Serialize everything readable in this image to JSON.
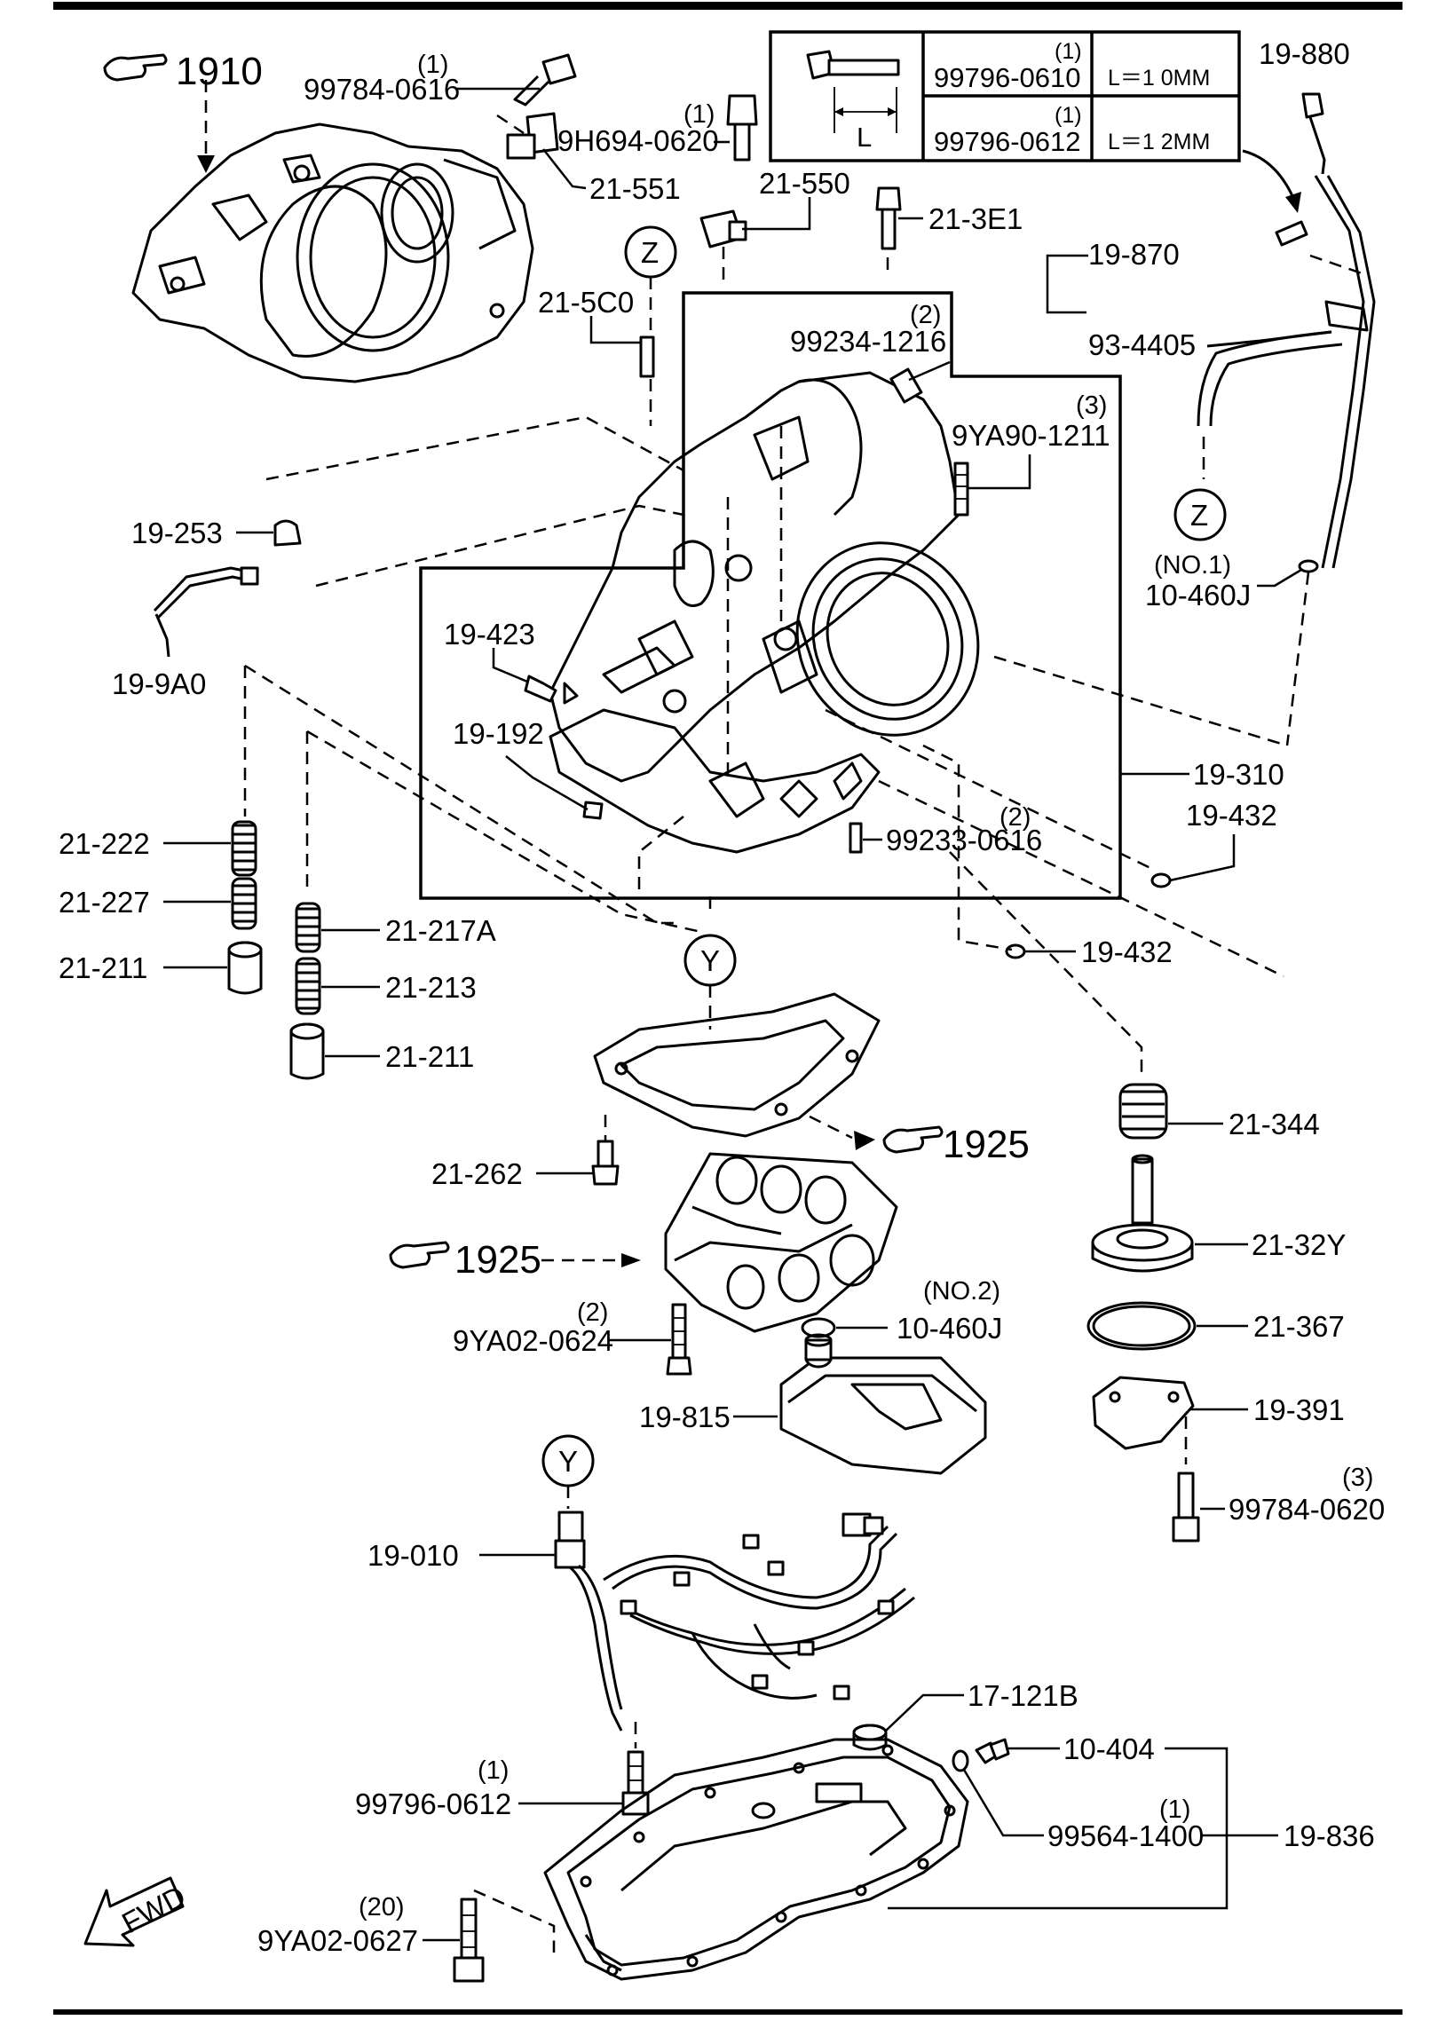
{
  "table": {
    "rows": [
      {
        "qty": "(1)",
        "part": "99796-0610",
        "length": "L＝1 0MM"
      },
      {
        "qty": "(1)",
        "part": "99796-0612",
        "length": "L＝1 2MM"
      }
    ],
    "dim_letter": "L"
  },
  "refs": {
    "r1910": "1910",
    "r1925a": "1925",
    "r1925b": "1925"
  },
  "circles": {
    "z1": "Z",
    "z2": "Z",
    "y1": "Y",
    "y2": "Y"
  },
  "fwd": "FWD",
  "labels": {
    "p99784_0616": "99784-0616",
    "q99784_0616": "(1)",
    "p9h694_0620": "9H694-0620",
    "q9h694_0620": "(1)",
    "p21_551": "21-551",
    "p21_550": "21-550",
    "p21_3e1": "21-3E1",
    "p21_5c0": "21-5C0",
    "p99234_1216": "99234-1216",
    "q99234_1216": "(2)",
    "p9ya90_1211": "9YA90-1211",
    "q9ya90_1211": "(3)",
    "p19_880": "19-880",
    "p19_870": "19-870",
    "p93_4405": "93-4405",
    "p10_460j_1": "10-460J",
    "q10_460j_1": "(NO.1)",
    "p19_253": "19-253",
    "p19_9a0": "19-9A0",
    "p19_423": "19-423",
    "p19_192": "19-192",
    "p19_310": "19-310",
    "p19_432a": "19-432",
    "p19_432b": "19-432",
    "p99233_0616": "99233-0616",
    "q99233_0616": "(2)",
    "p21_222": "21-222",
    "p21_227": "21-227",
    "p21_211a": "21-211",
    "p21_217a": "21-217A",
    "p21_213": "21-213",
    "p21_211b": "21-211",
    "p21_344": "21-344",
    "p21_262": "21-262",
    "p21_32y": "21-32Y",
    "p21_367": "21-367",
    "p9ya02_0624": "9YA02-0624",
    "q9ya02_0624": "(2)",
    "p10_460j_2": "10-460J",
    "q10_460j_2": "(NO.2)",
    "p19_815": "19-815",
    "p19_391": "19-391",
    "p99784_0620": "99784-0620",
    "q99784_0620": "(3)",
    "p19_010": "19-010",
    "p17_121b": "17-121B",
    "p99796_0612": "99796-0612",
    "q99796_0612": "(1)",
    "p10_404": "10-404",
    "p99564_1400": "99564-1400",
    "q99564_1400": "(1)",
    "p19_836": "19-836",
    "p9ya02_0627": "9YA02-0627",
    "q9ya02_0627": "(20)"
  }
}
